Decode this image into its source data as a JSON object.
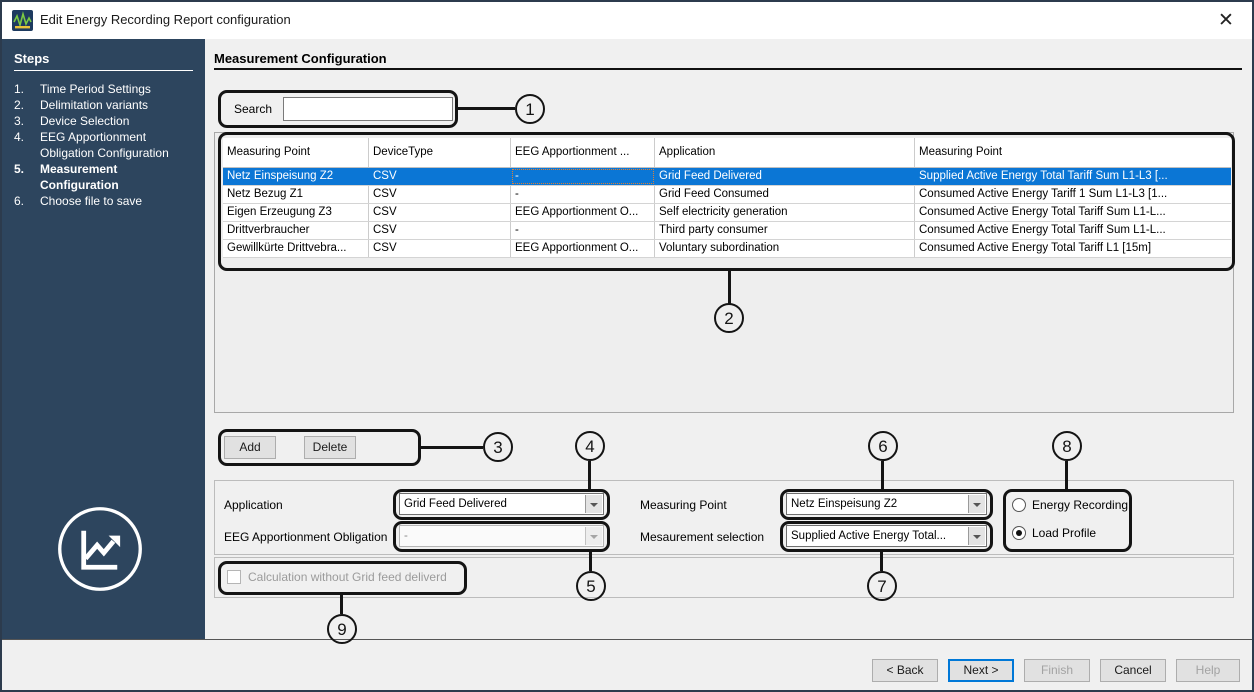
{
  "window": {
    "title": "Edit Energy Recording Report configuration",
    "close_glyph": "✕"
  },
  "sidebar": {
    "heading": "Steps",
    "items": [
      {
        "num": "1.",
        "label": "Time Period Settings"
      },
      {
        "num": "2.",
        "label": "Delimitation variants"
      },
      {
        "num": "3.",
        "label": "Device Selection"
      },
      {
        "num": "4.",
        "label": "EEG Apportionment Obligation Configuration"
      },
      {
        "num": "5.",
        "label": "Measurement Configuration"
      },
      {
        "num": "6.",
        "label": "Choose file to save"
      }
    ]
  },
  "main": {
    "heading": "Measurement Configuration",
    "search": {
      "label": "Search",
      "value": ""
    },
    "table": {
      "columns": [
        "Measuring Point",
        "DeviceType",
        "EEG Apportionment ...",
        "Application",
        "Measuring Point"
      ],
      "rows": [
        {
          "cells": [
            "Netz Einspeisung Z2",
            "CSV",
            "-",
            "Grid Feed Delivered",
            "Supplied Active Energy Total Tariff Sum L1-L3 [..."
          ]
        },
        {
          "cells": [
            "Netz Bezug Z1",
            "CSV",
            "-",
            "Grid Feed Consumed",
            "Consumed Active Energy Tariff 1 Sum L1-L3 [1..."
          ]
        },
        {
          "cells": [
            "Eigen Erzeugung Z3",
            "CSV",
            "EEG Apportionment O...",
            "Self electricity generation",
            "Consumed Active Energy Total Tariff Sum L1-L..."
          ]
        },
        {
          "cells": [
            "Drittverbraucher",
            "CSV",
            "-",
            "Third party consumer",
            "Consumed Active Energy Total Tariff Sum L1-L..."
          ]
        },
        {
          "cells": [
            "Gewillkürte Drittvebra...",
            "CSV",
            "EEG Apportionment O...",
            "Voluntary subordination",
            "Consumed Active Energy Total Tariff L1 [15m]"
          ]
        }
      ]
    },
    "list_buttons": {
      "add": "Add",
      "delete": "Delete"
    },
    "form": {
      "application_label": "Application",
      "application_value": "Grid Feed Delivered",
      "eeg_label": "EEG Apportionment Obligation",
      "eeg_value": "-",
      "measuring_point_label": "Measuring Point",
      "measuring_point_value": "Netz Einspeisung Z2",
      "measurement_selection_label": "Mesaurement selection",
      "measurement_selection_value": "Supplied Active Energy Total...",
      "radio_energy_recording": "Energy Recording",
      "radio_load_profile": "Load Profile",
      "checkbox_label": "Calculation without Grid feed deliverd"
    },
    "footer": {
      "back": "< Back",
      "next": "Next >",
      "finish": "Finish",
      "cancel": "Cancel",
      "help": "Help"
    }
  },
  "annotations": {
    "numbers": [
      "1",
      "2",
      "3",
      "4",
      "5",
      "6",
      "7",
      "8",
      "9"
    ]
  },
  "colors": {
    "sidebar": "#2d455e",
    "selection": "#0b76d5",
    "focus_border": "#0078d7",
    "annotation": "#141414",
    "background": "#f0f0f0"
  }
}
